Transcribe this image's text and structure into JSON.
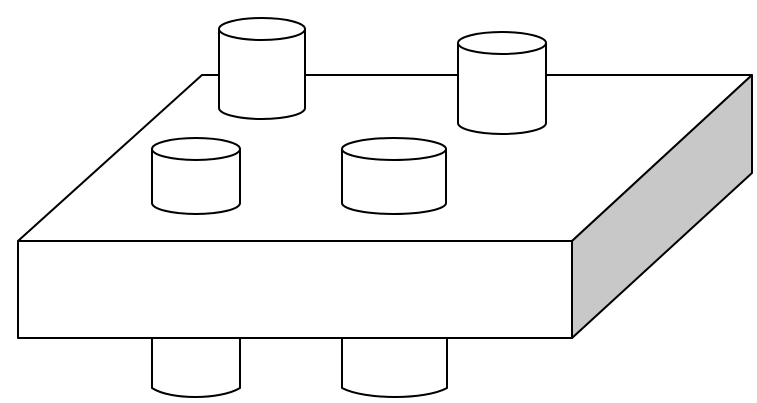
{
  "figure": {
    "colors": {
      "background": "#ffffff",
      "stroke": "#000000",
      "fill": "#ffffff",
      "side_shading": "#c8c8c8"
    },
    "parts": [
      "block-top-face",
      "block-front-face",
      "block-right-face",
      "peg-back-left",
      "peg-back-right",
      "peg-front-left",
      "peg-front-center",
      "peg-bottom-left",
      "peg-bottom-center"
    ]
  }
}
